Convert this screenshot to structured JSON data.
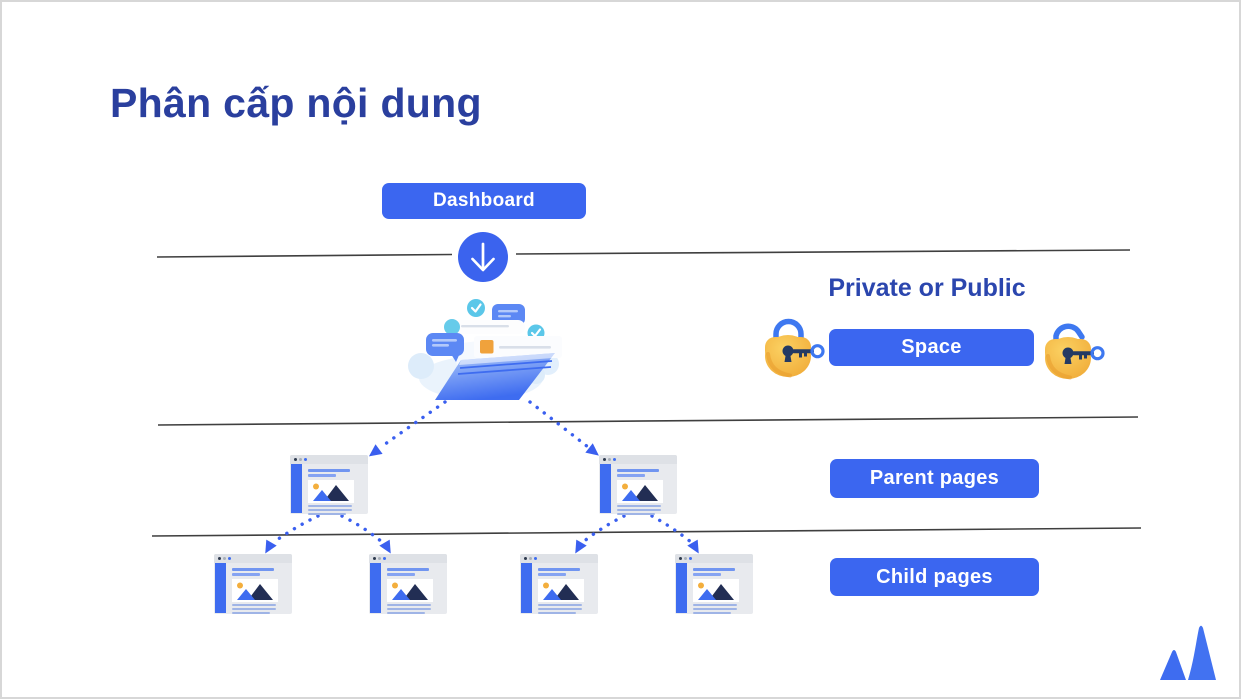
{
  "title": "Phân cấp nội dung",
  "badges": {
    "dashboard": "Dashboard",
    "space": "Space",
    "parent_pages": "Parent pages",
    "child_pages": "Child pages"
  },
  "privacy_label": "Private or Public",
  "hierarchy": {
    "levels": [
      "Dashboard",
      "Space",
      "Parent pages",
      "Child pages"
    ],
    "parent_page_count": 2,
    "child_page_count": 4
  },
  "icons": {
    "down_arrow": "circle-down-arrow",
    "lock_closed": "closed-padlock-with-key",
    "lock_open": "open-padlock-with-key",
    "space_illustration": "open-folder-with-documents",
    "page_thumbnail": "webpage-thumbnail",
    "brand_logo": "atlassian-logo"
  },
  "colors": {
    "accent": "#3B66F0",
    "title_text": "#2A3F9E",
    "privacy_text": "#2B46AE",
    "divider": "#3F3F3F",
    "dotted_connector": "#3A5FEF",
    "lock_body": "#F5B840",
    "teal": "#59C6E8"
  }
}
